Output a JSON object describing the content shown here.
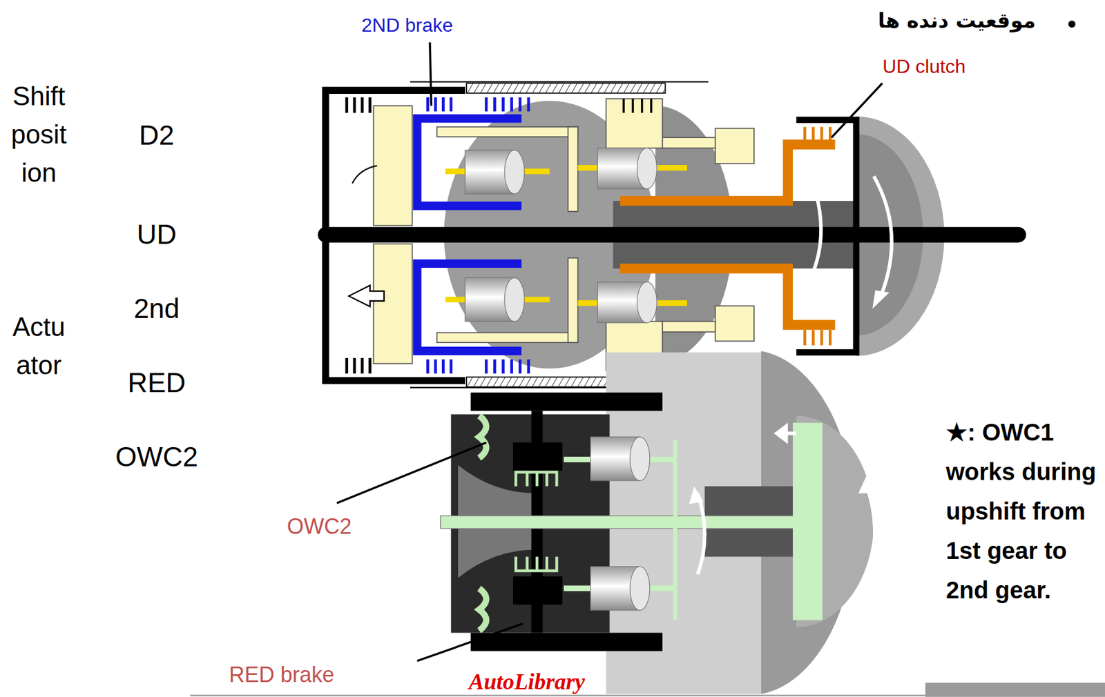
{
  "diagram": {
    "title": "موقعیت دنده ها",
    "labels": [
      "2ND brake",
      "UD clutch",
      "Shift position",
      "D2",
      "UD",
      "2nd",
      "Actuator",
      "RED",
      "OWC2",
      "OWC2",
      "RED brake",
      "AutoLibrary",
      "★: OWC1 works during upshift from 1st gear to 2nd gear."
    ]
  }
}
